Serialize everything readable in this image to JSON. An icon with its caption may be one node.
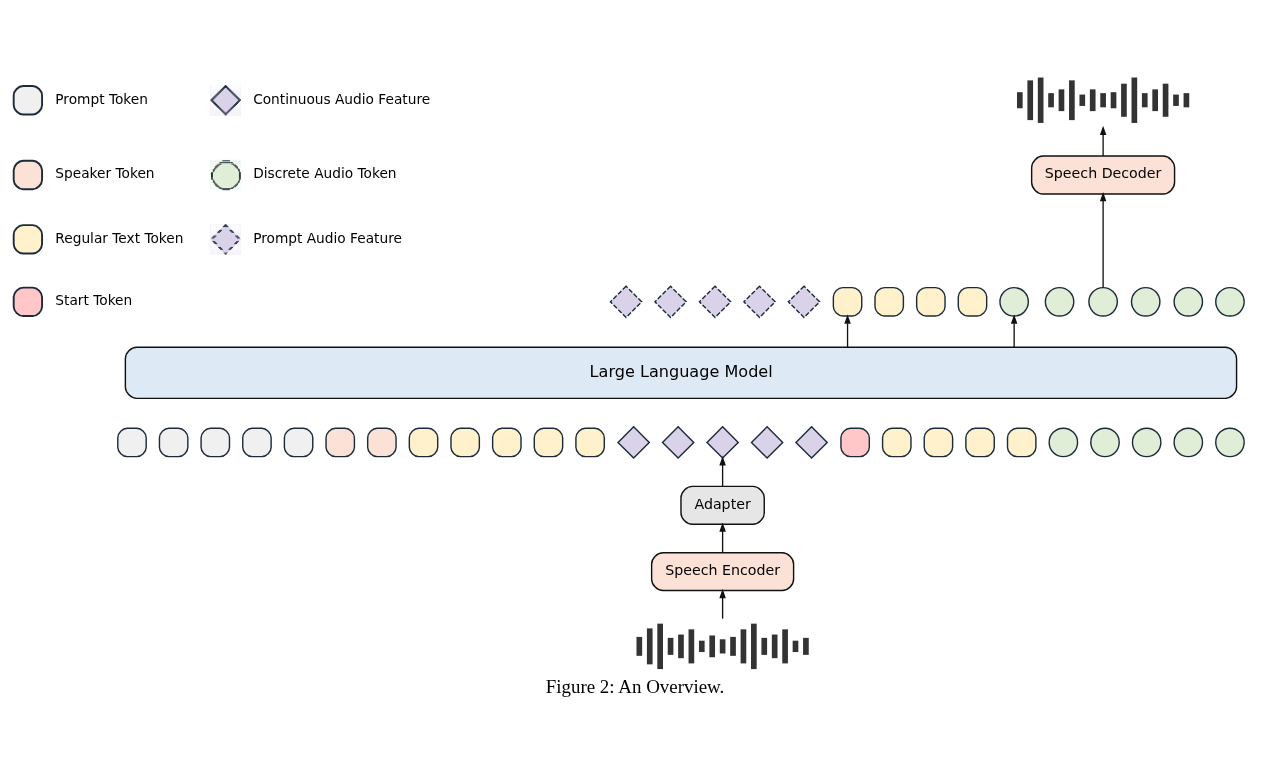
{
  "diagram": {
    "caption": "Figure 2: An Overview.",
    "nodes": [
      {
        "text": [],
        "shape": "picture"
      },
      {
        "text": [
          "Speech Decoder"
        ]
      },
      {
        "text": [],
        "shape": "diamond"
      },
      {
        "text": [],
        "shape": "diamond"
      },
      {
        "text": [],
        "shape": "diamond"
      },
      {
        "text": [],
        "shape": "diamond"
      },
      {
        "text": [],
        "shape": "diamond"
      },
      {
        "text": [],
        "shape": "box"
      },
      {
        "text": [],
        "shape": "box"
      },
      {
        "text": [],
        "shape": "box"
      },
      {
        "text": [],
        "shape": "box"
      },
      {
        "text": [],
        "shape": "circle"
      },
      {
        "text": [],
        "shape": "circle"
      },
      {
        "text": [],
        "shape": "circle"
      },
      {
        "text": [],
        "shape": "circle"
      },
      {
        "text": [],
        "shape": "circle"
      },
      {
        "text": [],
        "shape": "circle"
      },
      {
        "text": [
          "Large Language Model"
        ]
      },
      {
        "text": [],
        "shape": "box"
      },
      {
        "text": [],
        "shape": "box"
      },
      {
        "text": [],
        "shape": "box"
      },
      {
        "text": [],
        "shape": "box"
      },
      {
        "text": [],
        "shape": "box"
      },
      {
        "text": [],
        "shape": "box"
      },
      {
        "text": [],
        "shape": "box"
      },
      {
        "text": [],
        "shape": "box"
      },
      {
        "text": [],
        "shape": "box"
      },
      {
        "text": [],
        "shape": "box"
      },
      {
        "text": [],
        "shape": "box"
      },
      {
        "text": [],
        "shape": "box"
      },
      {
        "text": [],
        "shape": "diamond"
      },
      {
        "text": [],
        "shape": "diamond"
      },
      {
        "text": [],
        "shape": "diamond"
      },
      {
        "text": [],
        "shape": "diamond"
      },
      {
        "text": [],
        "shape": "diamond"
      },
      {
        "text": [],
        "shape": "box"
      },
      {
        "text": [],
        "shape": "box"
      },
      {
        "text": [],
        "shape": "box"
      },
      {
        "text": [],
        "shape": "box"
      },
      {
        "text": [],
        "shape": "box"
      },
      {
        "text": [],
        "shape": "circle"
      },
      {
        "text": [],
        "shape": "circle"
      },
      {
        "text": [],
        "shape": "circle"
      },
      {
        "text": [],
        "shape": "circle"
      },
      {
        "text": [],
        "shape": "circle"
      },
      {
        "text": [
          "Adapter"
        ]
      },
      {
        "text": [
          "Speech Encoder"
        ]
      },
      {
        "text": [],
        "shape": "picture"
      }
    ],
    "edges": [
      {
        "from": 47,
        "to": 46,
        "arrow": "to"
      },
      {
        "from": 46,
        "to": 45,
        "arrow": "to"
      },
      {
        "from": 45,
        "to": 32,
        "arrow": "to"
      },
      {
        "from": 17,
        "to": 7,
        "arrow": "to"
      },
      {
        "from": 17,
        "to": 11,
        "arrow": "to"
      },
      {
        "from": 13,
        "to": 1,
        "arrow": "to"
      },
      {
        "from": 1,
        "to": 0,
        "arrow": "to"
      }
    ],
    "legend": [
      {
        "text": "Prompt Token",
        "color": "#f0f0f0"
      },
      {
        "text": "Speaker Token",
        "color": "#fbe1d6"
      },
      {
        "text": "Regular Text Token",
        "color": "#fff1cc"
      },
      {
        "text": "Start Token",
        "color": "#ffc7c7"
      },
      {
        "text": "Continuous Audio Feature",
        "color": "#d9d2e9"
      },
      {
        "text": "Discrete Audio Token",
        "color": "#e0eed8"
      },
      {
        "text": "Prompt Audio Feature",
        "color": "#d9d2e9"
      }
    ]
  }
}
